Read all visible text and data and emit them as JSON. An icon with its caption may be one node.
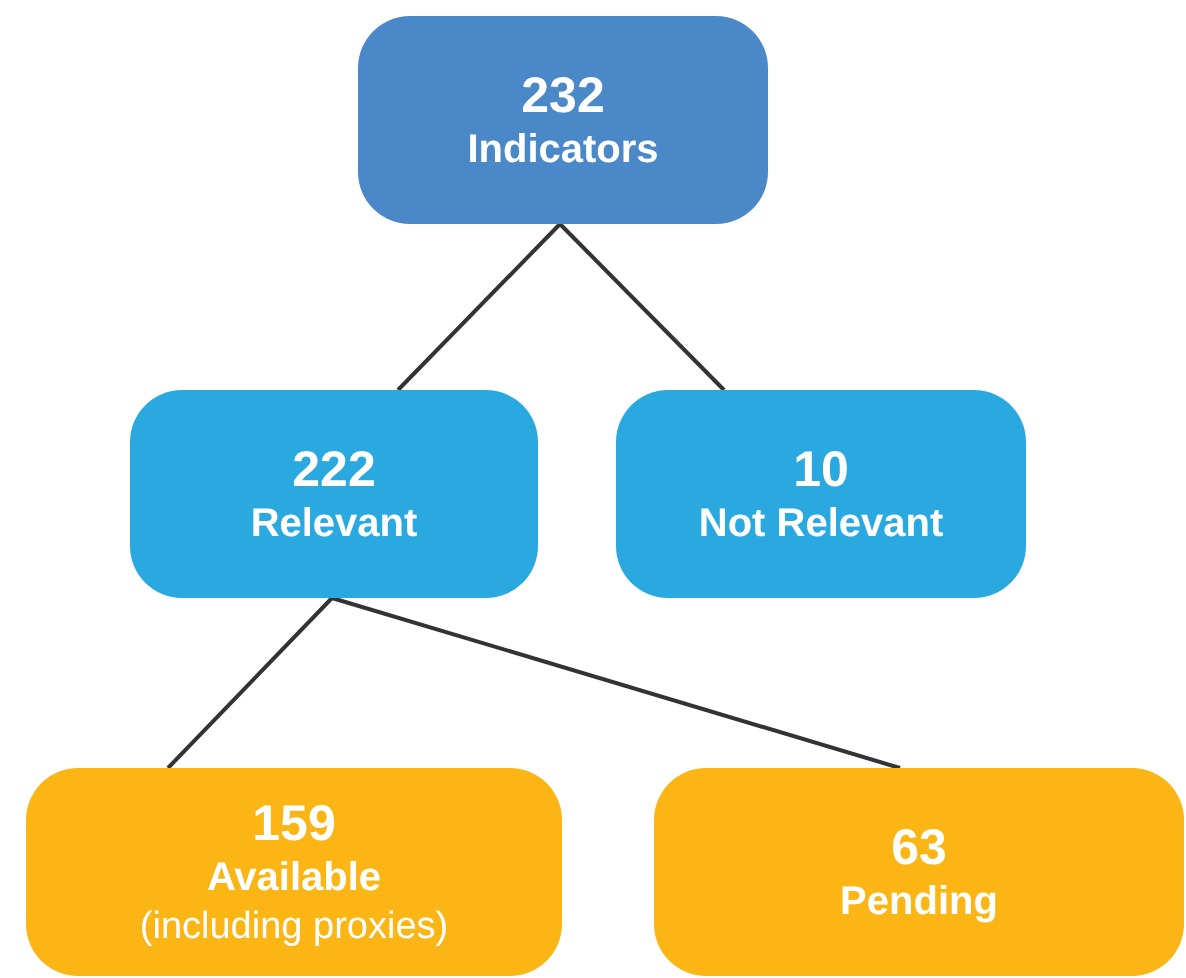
{
  "diagram": {
    "nodes": [
      {
        "text": [
          "232",
          "Indicators"
        ]
      },
      {
        "text": [
          "222",
          "Relevant"
        ]
      },
      {
        "text": [
          "10",
          "Not Relevant"
        ]
      },
      {
        "text": [
          "159",
          "Available",
          "(including proxies)"
        ]
      },
      {
        "text": [
          "63",
          "Pending"
        ]
      }
    ],
    "edges": [
      {
        "from": 0,
        "to": 1,
        "arrow": "none"
      },
      {
        "from": 0,
        "to": 2,
        "arrow": "none"
      },
      {
        "from": 1,
        "to": 3,
        "arrow": "none"
      },
      {
        "from": 1,
        "to": 4,
        "arrow": "none"
      }
    ]
  }
}
